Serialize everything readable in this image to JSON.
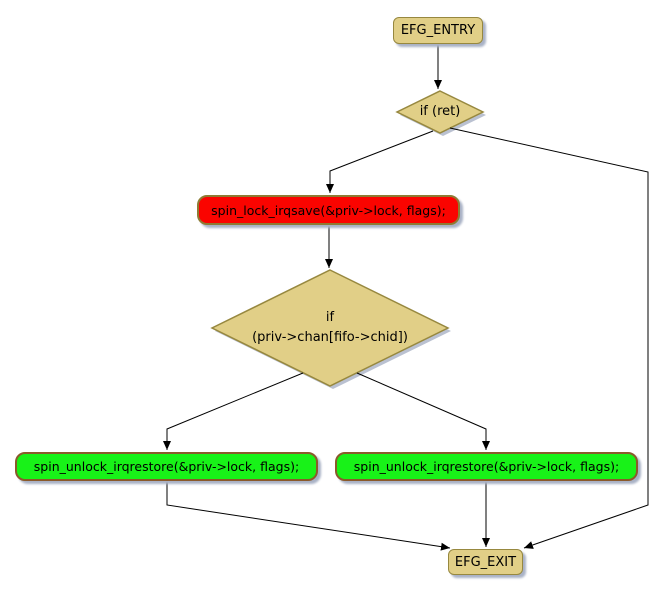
{
  "diagram": {
    "nodes": {
      "entry": {
        "label": "EFG_ENTRY"
      },
      "if_ret": {
        "label": "if (ret)"
      },
      "lock": {
        "label": "spin_lock_irqsave(&priv->lock, flags);"
      },
      "if_chan": {
        "line1": "if",
        "line2": "(priv->chan[fifo->chid])"
      },
      "unlock_left": {
        "label": "spin_unlock_irqrestore(&priv->lock, flags);"
      },
      "unlock_right": {
        "label": "spin_unlock_irqrestore(&priv->lock, flags);"
      },
      "exit": {
        "label": "EFG_EXIT"
      }
    },
    "colors": {
      "canvas_bg": "#ffffff",
      "node_fill": "#e1cf87",
      "node_border": "#97883f",
      "lock_fill": "#fa0400",
      "lock_border": "#8e7b33",
      "unlock_fill": "#18f218",
      "unlock_border": "#8b5a2b",
      "shadow": "#a9b2c6",
      "edge": "#000000"
    }
  }
}
